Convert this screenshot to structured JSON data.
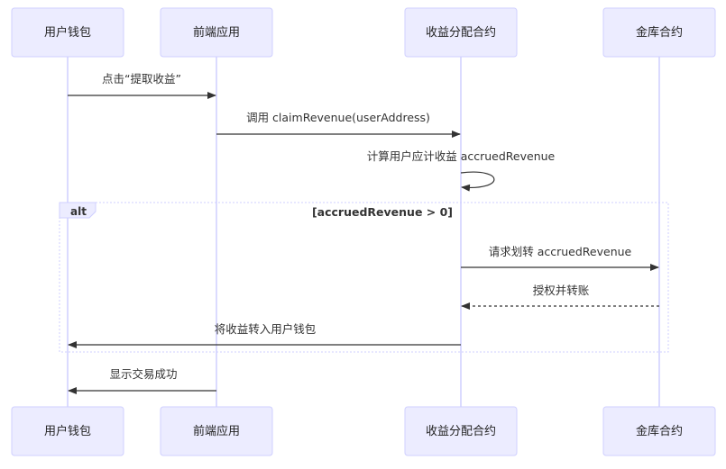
{
  "participants": [
    {
      "id": "wallet",
      "label": "用户钱包"
    },
    {
      "id": "frontend",
      "label": "前端应用"
    },
    {
      "id": "contract",
      "label": "收益分配合约"
    },
    {
      "id": "treasury",
      "label": "金库合约"
    }
  ],
  "messages": [
    {
      "from": "wallet",
      "to": "frontend",
      "label": "点击“提取收益”",
      "style": "solid"
    },
    {
      "from": "frontend",
      "to": "contract",
      "label": "调用 claimRevenue(userAddress)",
      "style": "solid"
    },
    {
      "from": "contract",
      "to": "contract",
      "label": "计算用户应计收益 accruedRevenue",
      "style": "self"
    },
    {
      "from": "contract",
      "to": "treasury",
      "label": "请求划转 accruedRevenue",
      "style": "solid"
    },
    {
      "from": "treasury",
      "to": "contract",
      "label": "授权并转账",
      "style": "dashed"
    },
    {
      "from": "contract",
      "to": "wallet",
      "label": "将收益转入用户钱包",
      "style": "solid"
    },
    {
      "from": "frontend",
      "to": "wallet",
      "label": "显示交易成功",
      "style": "solid"
    }
  ],
  "alt_block": {
    "keyword": "alt",
    "condition": "[accruedRevenue > 0]"
  },
  "colors": {
    "actor_fill": "#ECECFF",
    "actor_stroke": "#CFCFFF",
    "line": "#333333"
  }
}
